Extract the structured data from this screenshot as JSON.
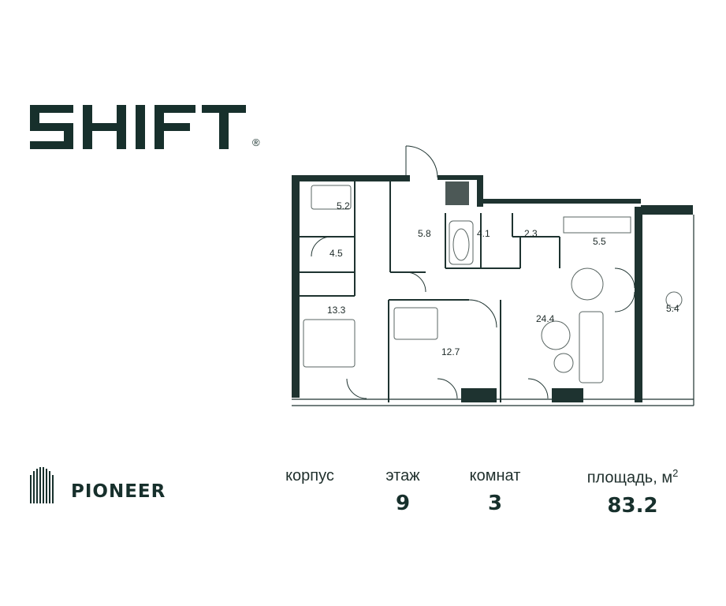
{
  "brand": {
    "name": "SHIFT",
    "trademark": "®"
  },
  "developer": {
    "name": "PIONEER"
  },
  "plan": {
    "rooms": [
      {
        "id": "bath-1",
        "area": "5.2"
      },
      {
        "id": "corridor-1",
        "area": "5.8"
      },
      {
        "id": "bath-2",
        "area": "4.1"
      },
      {
        "id": "storage",
        "area": "2.3"
      },
      {
        "id": "kitchen",
        "area": "5.5"
      },
      {
        "id": "hall",
        "area": "4.5"
      },
      {
        "id": "bedroom-1",
        "area": "13.3"
      },
      {
        "id": "bedroom-2",
        "area": "12.7"
      },
      {
        "id": "living",
        "area": "24.4"
      },
      {
        "id": "balcony",
        "area": "5.4"
      }
    ]
  },
  "info": {
    "building": {
      "label": "корпус",
      "value": ""
    },
    "floor": {
      "label": "этаж",
      "value": "9"
    },
    "rooms": {
      "label": "комнат",
      "value": "3"
    },
    "area": {
      "label": "площадь, м",
      "unit_sup": "2",
      "value": "83.2"
    }
  },
  "colors": {
    "primary": "#17302c",
    "wall": "#1e3330"
  }
}
